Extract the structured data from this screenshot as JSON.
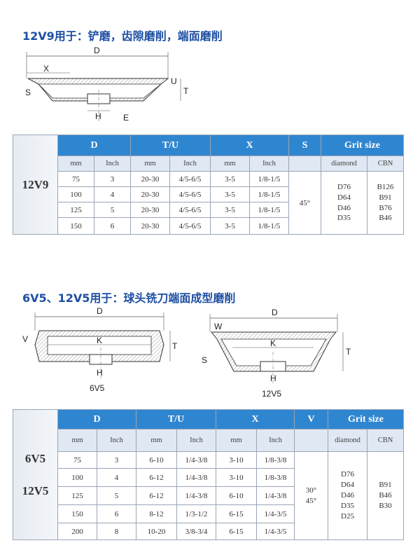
{
  "section1": {
    "title": "12V9用于：铲磨，齿隙磨削，端面磨削",
    "drawing_labels": {
      "D": "D",
      "X": "X",
      "S": "S",
      "T": "T",
      "U": "U",
      "H": "H",
      "E": "E"
    },
    "table": {
      "model": "12V9",
      "headers": {
        "D": "D",
        "TU": "T/U",
        "X": "X",
        "S": "S",
        "grit": "Grit size"
      },
      "subheaders": [
        "mm",
        "Inch",
        "mm",
        "Inch",
        "mm",
        "Inch",
        "diamond",
        "CBN"
      ],
      "rows": [
        [
          "75",
          "3",
          "20-30",
          "4/5-6/5",
          "3-5",
          "1/8-1/5"
        ],
        [
          "100",
          "4",
          "20-30",
          "4/5-6/5",
          "3-5",
          "1/8-1/5"
        ],
        [
          "125",
          "5",
          "20-30",
          "4/5-6/5",
          "3-5",
          "1/8-1/5"
        ],
        [
          "150",
          "6",
          "20-30",
          "4/5-6/5",
          "3-5",
          "1/8-1/5"
        ]
      ],
      "S_value": "45°",
      "diamond": [
        "D76",
        "D64",
        "D46",
        "D35"
      ],
      "cbn": [
        "B126",
        "B91",
        "B76",
        "B46"
      ]
    }
  },
  "section2": {
    "title": "6V5、12V5用于：球头铣刀端面成型磨削",
    "drawing1": {
      "caption": "6V5",
      "D": "D",
      "K": "K",
      "T": "T",
      "H": "H",
      "V": "V"
    },
    "drawing2": {
      "caption": "12V5",
      "D": "D",
      "K": "K",
      "T": "T",
      "H": "H",
      "W": "W",
      "S": "S"
    },
    "table": {
      "models": [
        "6V5",
        "12V5"
      ],
      "headers": {
        "D": "D",
        "TU": "T/U",
        "X": "X",
        "V": "V",
        "grit": "Grit size"
      },
      "subheaders": [
        "mm",
        "Inch",
        "mm",
        "Inch",
        "mm",
        "Inch",
        "diamond",
        "CBN"
      ],
      "rows": [
        [
          "75",
          "3",
          "6-10",
          "1/4-3/8",
          "3-10",
          "1/8-3/8"
        ],
        [
          "100",
          "4",
          "6-12",
          "1/4-3/8",
          "3-10",
          "1/8-3/8"
        ],
        [
          "125",
          "5",
          "6-12",
          "1/4-3/8",
          "6-10",
          "1/4-3/8"
        ],
        [
          "150",
          "6",
          "8-12",
          "1/3-1/2",
          "6-15",
          "1/4-3/5"
        ],
        [
          "200",
          "8",
          "10-20",
          "3/8-3/4",
          "6-15",
          "1/4-3/5"
        ]
      ],
      "V_values": [
        "30°",
        "45°"
      ],
      "diamond": [
        "D76",
        "D64",
        "D46",
        "D35",
        "D25"
      ],
      "cbn": [
        "B91",
        "B46",
        "B30"
      ]
    }
  }
}
